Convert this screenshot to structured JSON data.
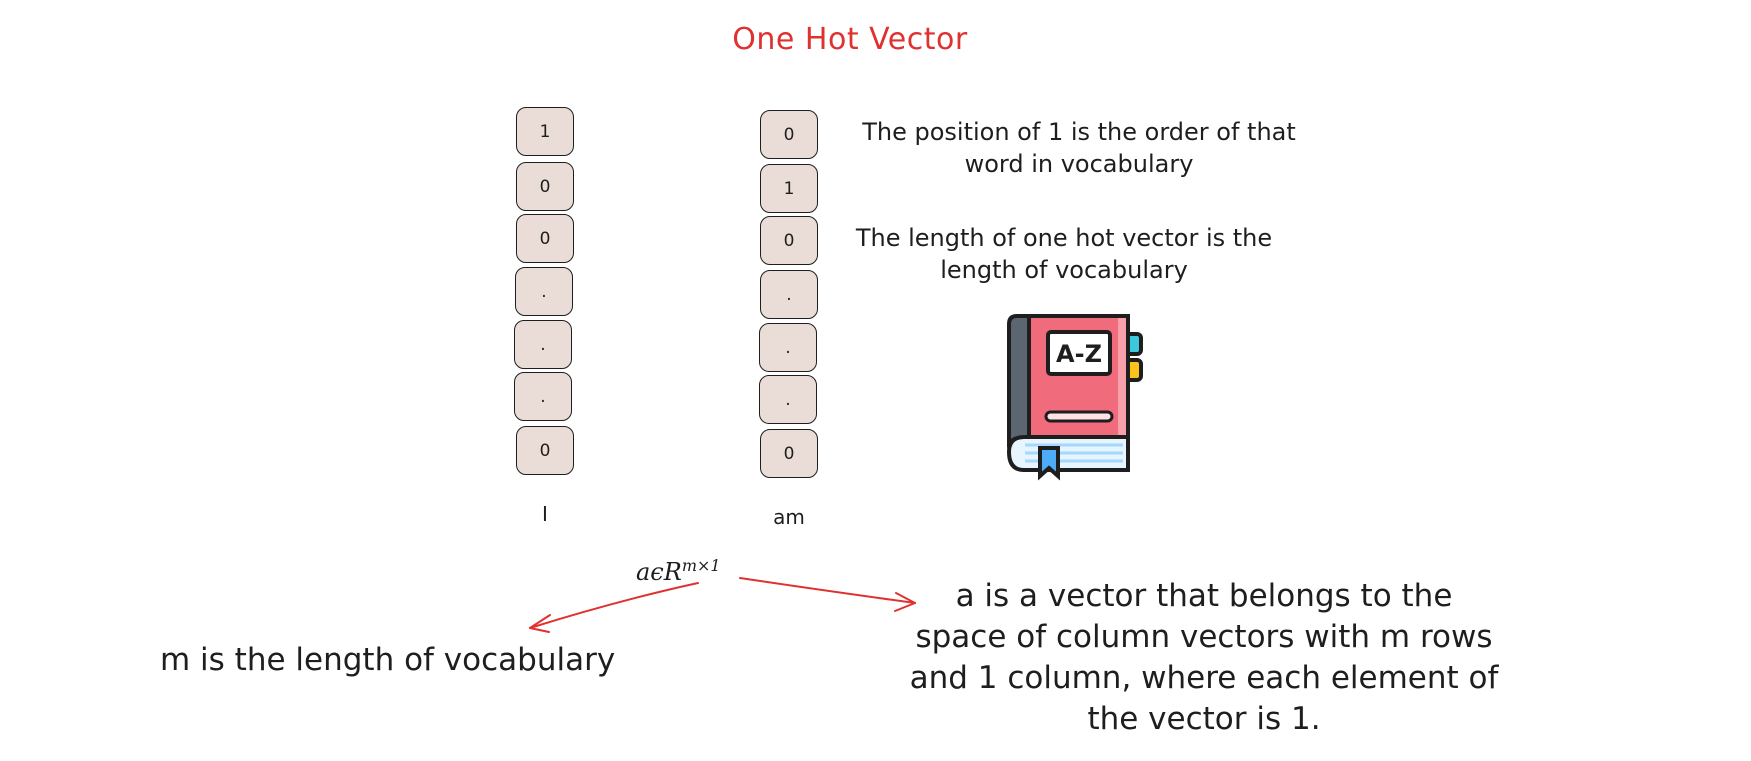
{
  "title": "One Hot Vector",
  "vectors": [
    {
      "label": "I",
      "cells": [
        "1",
        "0",
        "0",
        ".",
        ".",
        ".",
        "0"
      ]
    },
    {
      "label": "am",
      "cells": [
        "0",
        "1",
        "0",
        ".",
        ".",
        ".",
        "0"
      ]
    }
  ],
  "notes": {
    "position": "The position of 1 is the order of that word in vocabulary",
    "length": "The length of one hot vector is the length of vocabulary",
    "m_meaning": "m is the length of vocabulary",
    "a_meaning": "a is a vector that belongs to the space of column vectors with m rows and 1 column, where each element of the vector is 1."
  },
  "formula": {
    "base": "aϵR",
    "exponent": "m×1"
  },
  "dictionary_icon": {
    "name": "dictionary-book-icon",
    "text": "A-Z"
  },
  "colors": {
    "title": "#e03131",
    "arrow": "#e03131",
    "cell_fill": "#eaddd7",
    "book_cover": "#f06b7b"
  }
}
